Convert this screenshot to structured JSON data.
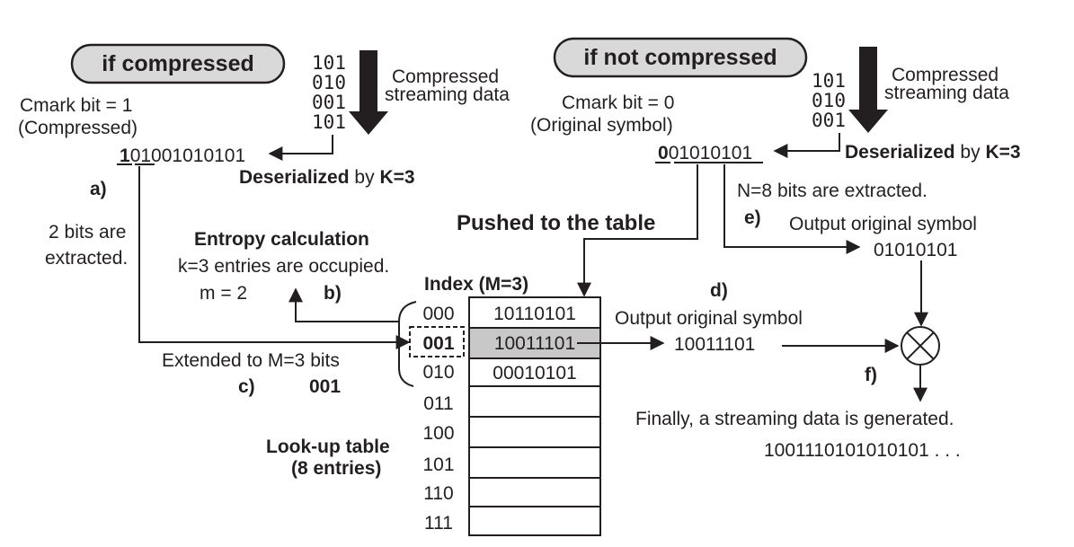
{
  "left": {
    "pill_label": "if compressed",
    "stream_bits": [
      "101",
      "010",
      "001",
      "101"
    ],
    "stream_label_line1": "Compressed",
    "stream_label_line2": "streaming data",
    "cmark_line1": "Cmark bit = 1",
    "cmark_line2": "(Compressed)",
    "bitstring_first": "1",
    "bitstring_underlined": "01",
    "bitstring_rest": "001010101",
    "deserialized_bold": "Deserialized",
    "deserialized_by": " by ",
    "deserialized_k": "K=3",
    "label_a": "a)",
    "extract_line1": "2 bits are",
    "extract_line2": "extracted.",
    "entropy_title": "Entropy calculation",
    "entropy_line": "k=3 entries are occupied.",
    "m_value": "m = 2",
    "label_b": "b)",
    "extended_label": "Extended to M=3 bits",
    "label_c": "c)",
    "extended_value": "001"
  },
  "right": {
    "pill_label": "if not compressed",
    "stream_bits": [
      "101",
      "010",
      "001"
    ],
    "stream_label_line1": "Compressed",
    "stream_label_line2": "streaming data",
    "cmark_line1": "Cmark bit = 0",
    "cmark_line2": "(Original symbol)",
    "bitstring_first": "0",
    "bitstring_rest": "01010101",
    "deserialized_bold": "Deserialized",
    "deserialized_by": " by ",
    "deserialized_k": "K=3",
    "n_extracted": "N=8 bits are extracted.",
    "label_e": "e)",
    "output_label_e": "Output original symbol",
    "output_value_e": "01010101"
  },
  "center": {
    "pushed_label": "Pushed to the table",
    "index_header": "Index (M=3)",
    "label_d": "d)",
    "output_label_d": "Output original symbol",
    "output_value_d": "10011101",
    "label_f": "f)",
    "final_text": "Finally, a streaming data is generated.",
    "final_stream": "1001110101010101 . . .",
    "lut_title_line1": "Look-up table",
    "lut_title_line2": "(8 entries)"
  },
  "table": {
    "indices": [
      "000",
      "001",
      "010",
      "011",
      "100",
      "101",
      "110",
      "111"
    ],
    "values": [
      "10110101",
      "10011101",
      "00010101",
      "",
      "",
      "",
      "",
      ""
    ],
    "highlight_index": "001",
    "highlight_color": "#c8c8c8"
  },
  "colors": {
    "ink": "#231f20",
    "pill_fill": "#d9d9d9"
  }
}
